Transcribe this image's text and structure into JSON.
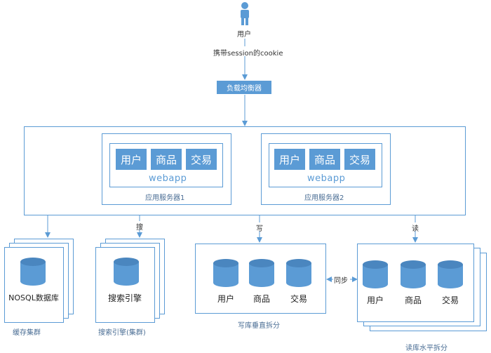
{
  "user": {
    "label": "用户",
    "session_note": "携带session的cookie"
  },
  "load_balancer": {
    "label": "负载均衡器"
  },
  "app_servers": [
    {
      "label": "应用服务器1",
      "webapp": "webapp",
      "modules": [
        "用户",
        "商品",
        "交易"
      ]
    },
    {
      "label": "应用服务器2",
      "webapp": "webapp",
      "modules": [
        "用户",
        "商品",
        "交易"
      ]
    }
  ],
  "connectors": {
    "search": "搜",
    "write": "写",
    "read": "读",
    "sync": "同步"
  },
  "cache_cluster": {
    "db_label": "NOSQL数据库",
    "caption": "缓存集群"
  },
  "search_cluster": {
    "db_label": "搜索引擎",
    "caption": "搜索引擎(集群)"
  },
  "write_split": {
    "dbs": [
      "用户",
      "商品",
      "交易"
    ],
    "caption": "写库垂直拆分"
  },
  "read_split": {
    "dbs": [
      "用户",
      "商品",
      "交易"
    ],
    "caption": "读库水平拆分"
  },
  "colors": {
    "accent": "#5b9bd5",
    "line": "#5b9bd5"
  }
}
